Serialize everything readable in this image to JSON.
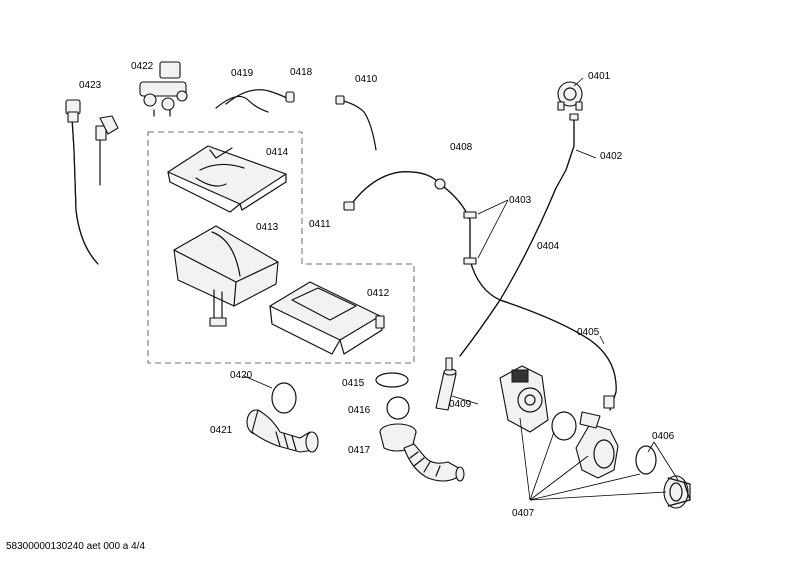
{
  "labels": {
    "l0401": "0401",
    "l0402": "0402",
    "l0403": "0403",
    "l0404": "0404",
    "l0405": "0405",
    "l0406": "0406",
    "l0407": "0407",
    "l0408": "0408",
    "l0409": "0409",
    "l0410": "0410",
    "l0411": "0411",
    "l0412": "0412",
    "l0413": "0413",
    "l0414": "0414",
    "l0415": "0415",
    "l0416": "0416",
    "l0417": "0417",
    "l0418": "0418",
    "l0419": "0419",
    "l0420": "0420",
    "l0421": "0421",
    "l0422": "0422",
    "l0423": "0423"
  },
  "footer": "58300000130240 aet 000 a 4/4"
}
